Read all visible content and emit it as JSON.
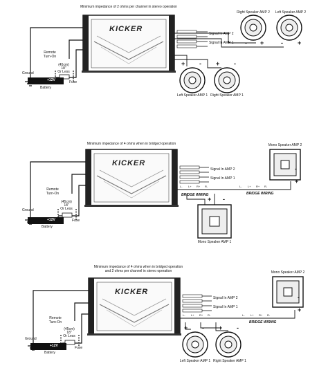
{
  "brand": "KICKER",
  "panels": [
    {
      "title": "Minimum impedance of 2 ohms per channel in stereo operation",
      "signal_amp2": "Signal In AMP 2",
      "signal_amp1": "Signal In AMP 1",
      "remote": [
        "Remote",
        "Turn-On"
      ],
      "distance": [
        "(45cm)",
        "18\"",
        "Or Less"
      ],
      "ground": "Ground",
      "battery": "Battery",
      "voltage": "+12V",
      "fuse": "Fuse",
      "speakers": [
        "Right Speaker AMP 2",
        "Left Speaker AMP 2",
        "Left Speaker AMP 1",
        "Right Speaker AMP 1"
      ]
    },
    {
      "title": "Minimum impedance of 4 ohms when in bridged operation",
      "signal_amp2": "Signal In AMP 2",
      "signal_amp1": "Signal In AMP 1",
      "remote": [
        "Remote",
        "Turn-On"
      ],
      "distance": [
        "(45cm)",
        "18\"",
        "Or Less"
      ],
      "ground": "Ground",
      "battery": "Battery",
      "voltage": "+12V",
      "fuse": "Fuse",
      "bridge": "BRIDGE WIRING",
      "speakers": [
        "Mono Speaker AMP 2",
        "Mono Speaker AMP 1"
      ]
    },
    {
      "title": [
        "Minimum impedance of 4 ohms when in bridged operation",
        "and 2 ohms per channel in stereo operation"
      ],
      "signal_amp2": "Signal In AMP 2",
      "signal_amp1": "Signal In AMP 1",
      "remote": [
        "Remote",
        "Turn-On"
      ],
      "distance": [
        "(45cm)",
        "18\"",
        "Or Less"
      ],
      "ground": "Ground",
      "battery": "Battery",
      "voltage": "+12V",
      "fuse": "Fuse",
      "bridge": "BRIDGE WIRING",
      "speakers": [
        "Mono Speaker AMP 2",
        "Left Speaker AMP 1",
        "Right Speaker AMP 1"
      ]
    }
  ],
  "symbols": {
    "plus": "+",
    "minus": "-"
  },
  "terminals": {
    "l_minus": "L-",
    "l_plus": "L+",
    "r_plus": "R+",
    "r_minus": "R-"
  }
}
